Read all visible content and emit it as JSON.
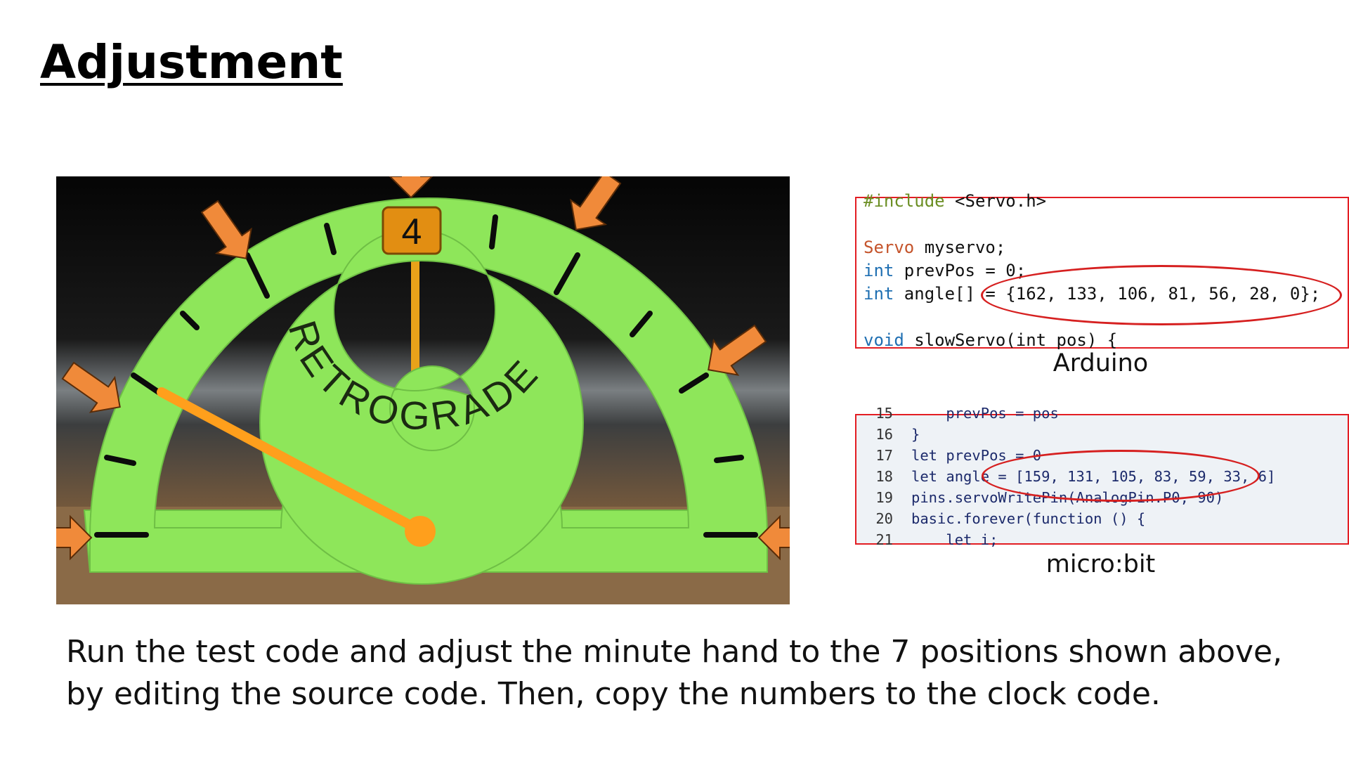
{
  "title": "Adjustment",
  "photo": {
    "dial_text": "RETROGRADE",
    "window_digit": "4"
  },
  "arduino": {
    "caption": "Arduino",
    "lines": [
      {
        "kw": "#include",
        "rest": " <Servo.h>"
      },
      {
        "kw": "",
        "rest": ""
      },
      {
        "kw": "Servo",
        "rest": " myservo;"
      },
      {
        "kw": "int",
        "rest": " prevPos = 0;"
      },
      {
        "kw": "int",
        "rest": " angle[] = {162, 133, 106, 81, 56, 28, 0};"
      },
      {
        "kw": "",
        "rest": ""
      },
      {
        "kw": "void",
        "rest": " slowServo(int pos) {"
      }
    ]
  },
  "microbit": {
    "caption": "micro:bit",
    "lines": [
      {
        "num": "15",
        "text": "    prevPos = pos"
      },
      {
        "num": "16",
        "text": "}"
      },
      {
        "num": "17",
        "text": "let prevPos = 0"
      },
      {
        "num": "18",
        "text": "let angle = [159, 131, 105, 83, 59, 33, 6]"
      },
      {
        "num": "19",
        "text": "pins.servoWritePin(AnalogPin.P0, 90)"
      },
      {
        "num": "20",
        "text": "basic.forever(function () {"
      },
      {
        "num": "21",
        "text": "    let i;"
      }
    ]
  },
  "body": {
    "line1": "Run the test code and adjust the minute hand to the 7 positions shown above,",
    "line2": "by editing the source code. Then, copy the numbers to the clock code."
  },
  "colors": {
    "accent_red": "#e31d23",
    "arrow_orange": "#f08a3a",
    "dial_green": "#8ee65a",
    "hand_orange": "#ff9f1c"
  }
}
